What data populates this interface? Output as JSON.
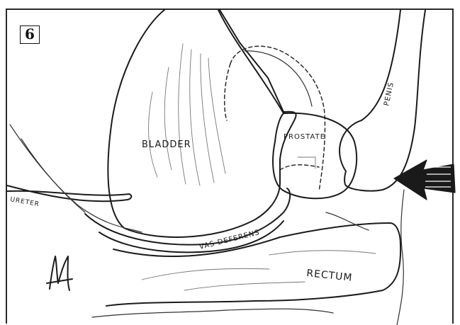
{
  "figure": {
    "number": "6"
  },
  "labels": {
    "bladder": "BLADDER",
    "prostate": "PROSTATE",
    "penis": "PENIS",
    "ureter": "URETER",
    "vas_deferens": "VAS DEFERENS",
    "rectum": "RECTUM"
  },
  "colors": {
    "ink": "#1b1b1b",
    "paper": "#ffffff"
  }
}
